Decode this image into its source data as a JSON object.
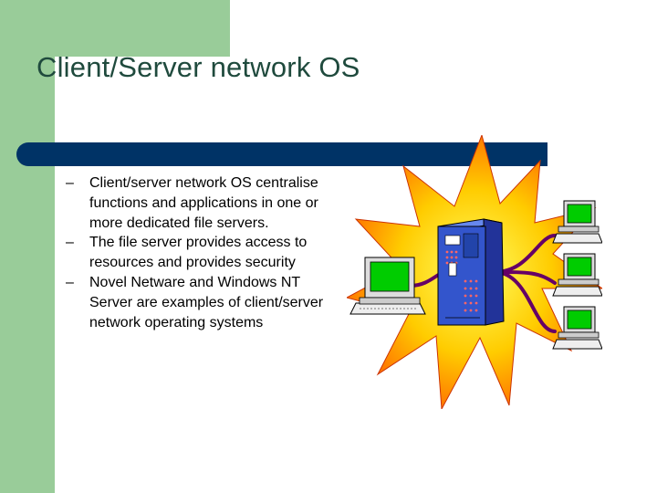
{
  "slide": {
    "title": "Client/Server network OS",
    "bullets": [
      "Client/server network OS centralise functions and applications in one or more dedicated file servers.",
      "The file server provides access to resources and provides security",
      "Novel Netware and Windows NT Server are examples of client/server network operating systems"
    ],
    "bullet_marker": "–"
  },
  "colors": {
    "accent_green": "#99cc99",
    "title_bar": "#003366",
    "title_text": "#1f4a3d",
    "starburst_outer": "#ffcc00",
    "starburst_inner": "#ffff66",
    "server_body": "#3355cc",
    "screen": "#00cc00",
    "cable": "#660066"
  },
  "illustration": {
    "icons": [
      "starburst-icon",
      "server-icon",
      "client-computer-icon"
    ]
  }
}
